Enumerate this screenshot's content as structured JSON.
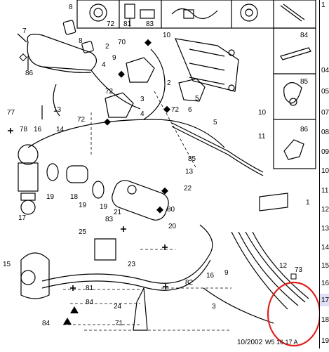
{
  "top_panel": {
    "items": [
      {
        "label": "72"
      },
      {
        "label": "81"
      },
      {
        "label": "83"
      }
    ]
  },
  "side_panel": {
    "items": [
      {
        "label": "84"
      },
      {
        "label": "85"
      },
      {
        "label": "86"
      }
    ]
  },
  "callouts": [
    "8",
    "7",
    "86",
    "8",
    "10",
    "70",
    "2",
    "9",
    "4",
    "72",
    "13",
    "72",
    "3",
    "4",
    "2",
    "72",
    "5",
    "6",
    "10",
    "5",
    "77",
    "78",
    "16",
    "14",
    "11",
    "85",
    "13",
    "19",
    "18",
    "19",
    "19",
    "21",
    "22",
    "80",
    "20",
    "17",
    "83",
    "25",
    "15",
    "12",
    "73",
    "23",
    "81",
    "82",
    "84",
    "24",
    "84",
    "71",
    "1",
    "3",
    "16",
    "9"
  ],
  "strip_labels": [
    "1",
    "04",
    "05",
    "07",
    "08",
    "09",
    "10",
    "11",
    "12",
    "13",
    "14",
    "15",
    "16",
    "17",
    "18",
    "19"
  ],
  "highlighted_strip_label": "17",
  "footer": {
    "date": "10/2002",
    "ref": "W5 16 17 A"
  },
  "colors": {
    "line": "#000000",
    "highlight_circle": "#e0201c",
    "strip_highlight": "#dcdff5"
  }
}
